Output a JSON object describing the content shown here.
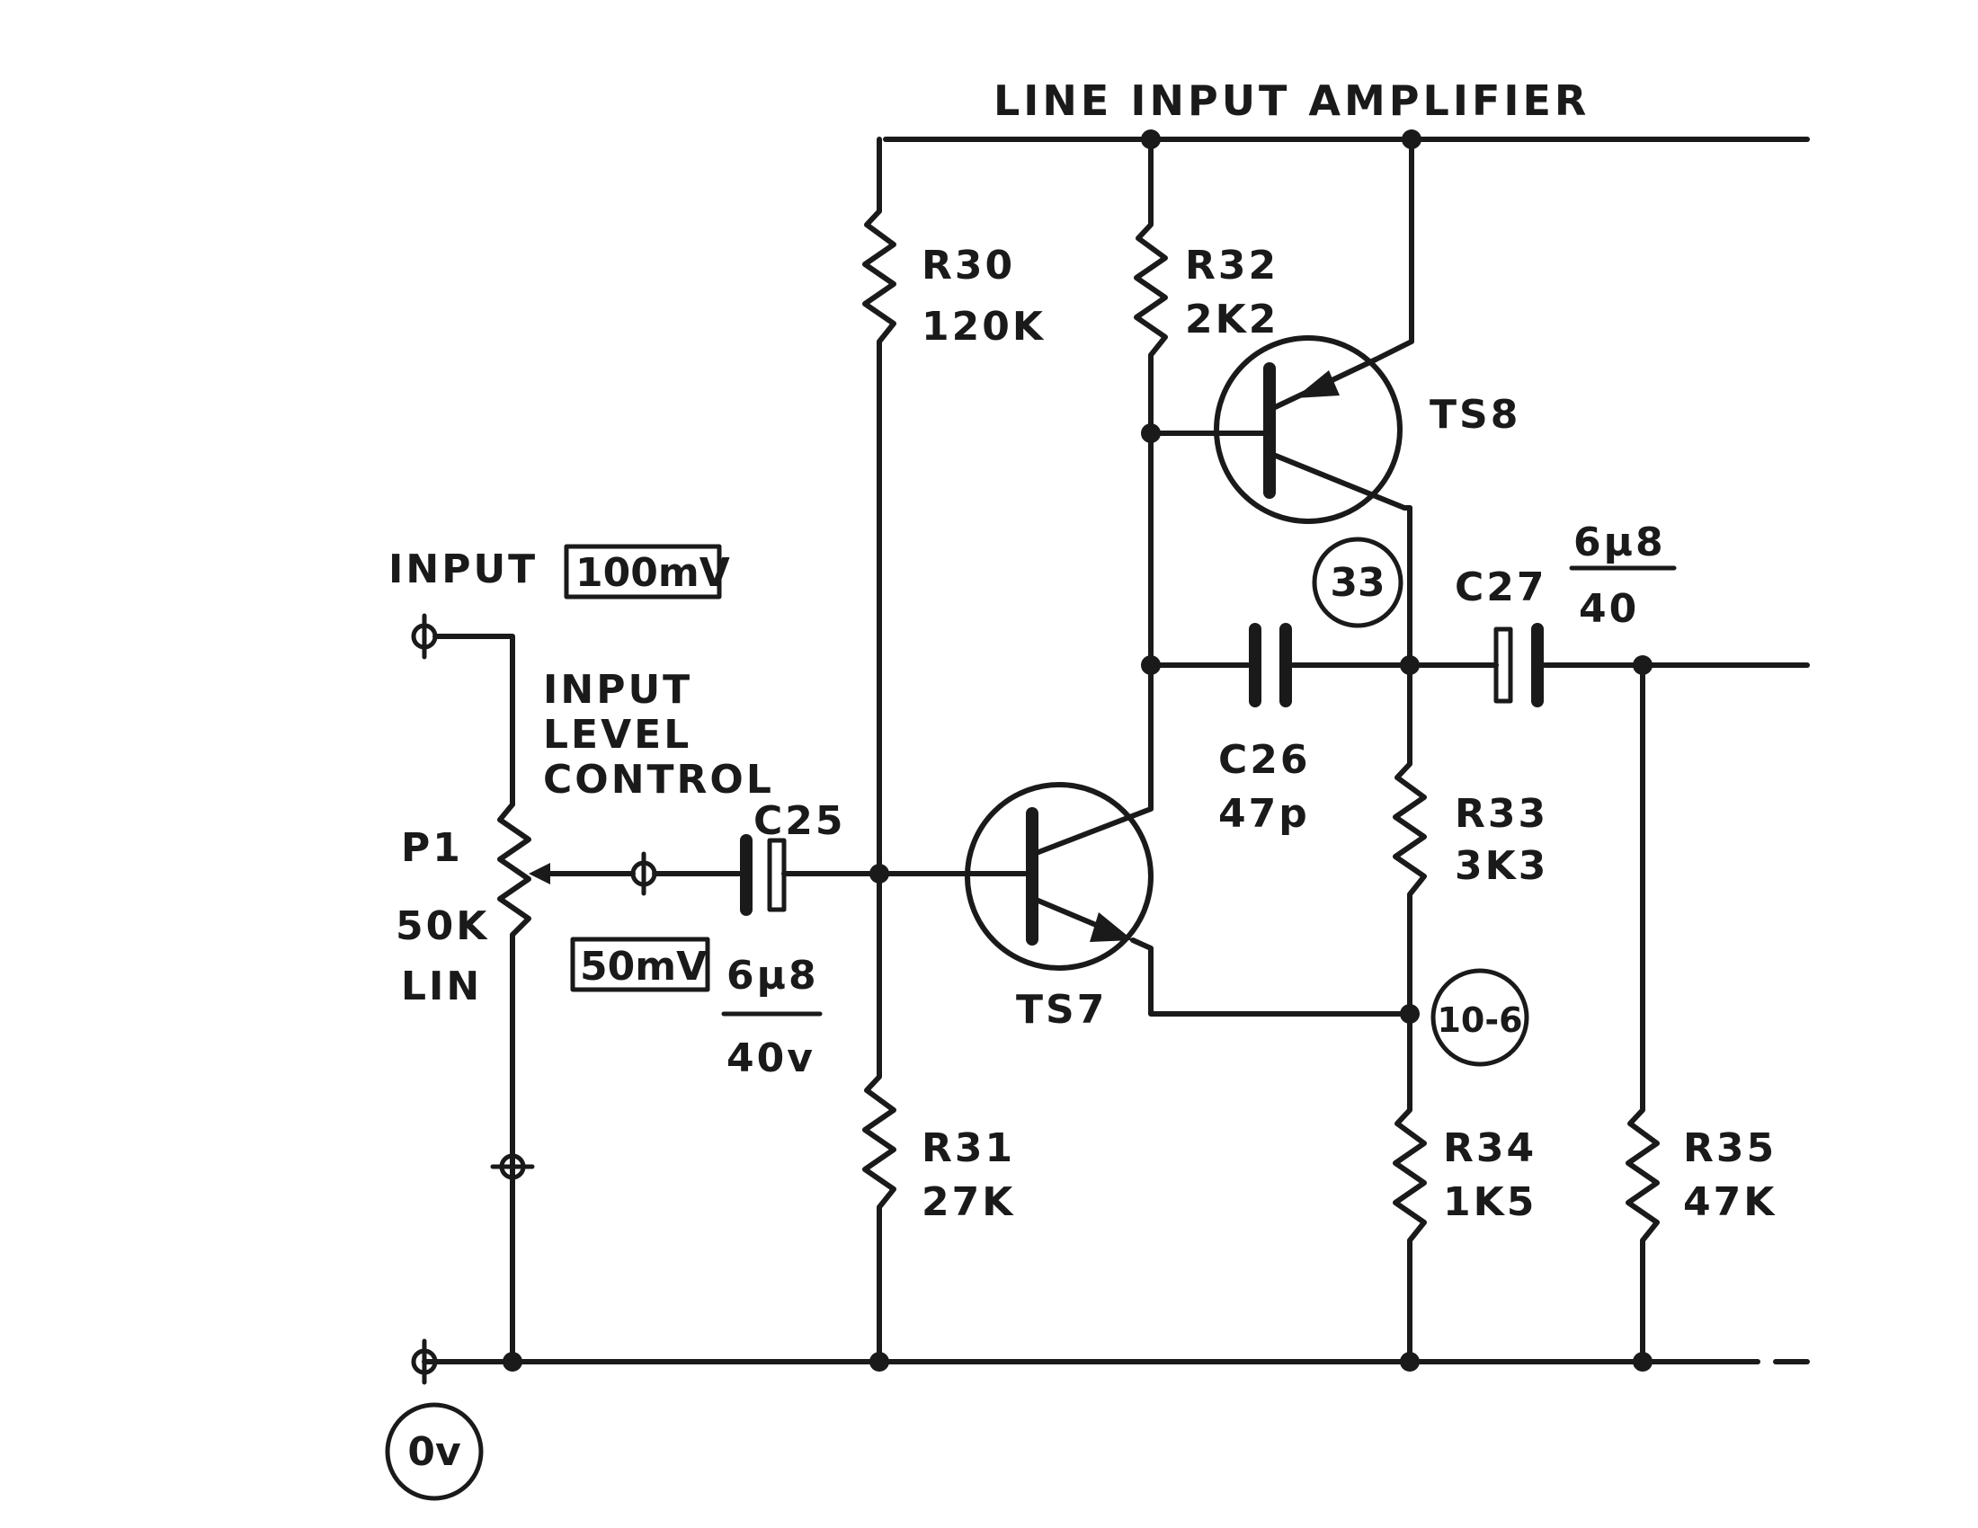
{
  "title": "LINE INPUT AMPLIFIER",
  "input": {
    "label": "INPUT",
    "level": "100mV"
  },
  "control": {
    "line1": "INPUT",
    "line2": "LEVEL",
    "line3": "CONTROL"
  },
  "pot": {
    "ref": "P1",
    "value": "50K",
    "taper": "LIN"
  },
  "wiper_level": "50mV",
  "ground": "0v",
  "components": {
    "r30": {
      "ref": "R30",
      "value": "120K"
    },
    "r31": {
      "ref": "R31",
      "value": "27K"
    },
    "r32": {
      "ref": "R32",
      "value": "2K2"
    },
    "r33": {
      "ref": "R33",
      "value": "3K3"
    },
    "r34": {
      "ref": "R34",
      "value": "1K5"
    },
    "r35": {
      "ref": "R35",
      "value": "47K"
    },
    "c25": {
      "ref": "C25",
      "value": "6µ8",
      "rating": "40v"
    },
    "c26": {
      "ref": "C26",
      "value": "47p"
    },
    "c27": {
      "ref": "C27",
      "value": "6µ8",
      "rating": "40"
    },
    "ts7": {
      "ref": "TS7"
    },
    "ts8": {
      "ref": "TS8"
    }
  },
  "test_points": {
    "tp1": "33",
    "tp2": "10-6"
  }
}
